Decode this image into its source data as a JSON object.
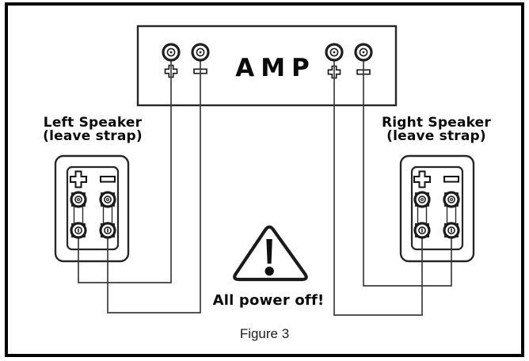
{
  "amp": {
    "label": "AMP",
    "left_channel": {
      "positive": "+",
      "negative": "−"
    },
    "right_channel": {
      "positive": "+",
      "negative": "−"
    }
  },
  "left_speaker": {
    "title": "Left Speaker",
    "subtitle": "(leave strap)",
    "positive": "+",
    "negative": "−"
  },
  "right_speaker": {
    "title": "Right Speaker",
    "subtitle": "(leave strap)",
    "positive": "+",
    "negative": "−"
  },
  "warning": {
    "caption": "All power off!"
  },
  "figure": {
    "caption": "Figure 3"
  },
  "colors": {
    "line": "#1f1f1f",
    "wire": "#3d3d3d",
    "background": "#ffffff"
  }
}
